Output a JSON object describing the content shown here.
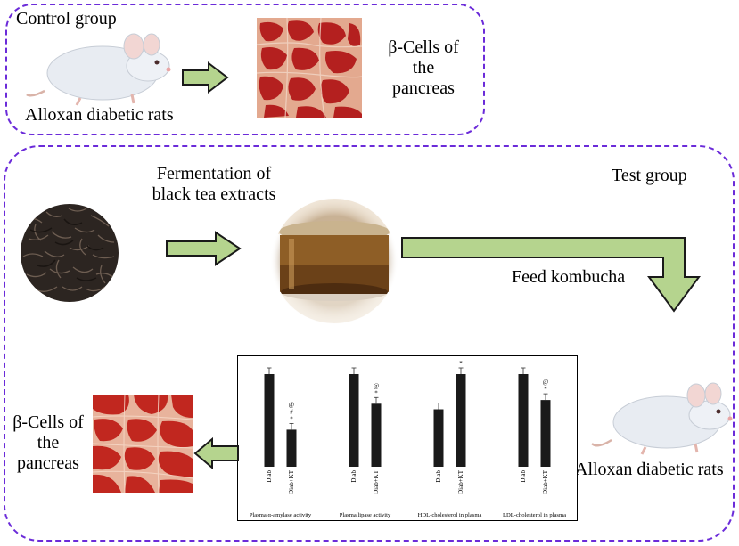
{
  "control": {
    "title": "Control group",
    "rat_label": "Alloxan diabetic rats",
    "beta_label_lines": [
      "β-Cells of",
      "the",
      "pancreas"
    ]
  },
  "test": {
    "title": "Test group",
    "fermentation_lines": [
      "Fermentation of",
      "black tea extracts"
    ],
    "feed_label": "Feed kombucha",
    "rat_label": "Alloxan diabetic rats",
    "beta_label_lines": [
      "β-Cells of",
      "the",
      "pancreas"
    ]
  },
  "colors": {
    "dash_border": "#6b2bd9",
    "arrow_fill": "#b5d48e",
    "arrow_stroke": "#1a1a1a",
    "bar": "#1a1a1a",
    "tissue": "#c0392b"
  },
  "chart_data": [
    {
      "type": "bar",
      "title": "Plasma α-amylase activity",
      "categories": [
        "Diab",
        "Diab+KT"
      ],
      "values": [
        100,
        40
      ],
      "annotations": [
        "",
        "@ # *"
      ]
    },
    {
      "type": "bar",
      "title": "Plasma lipase activity",
      "categories": [
        "Diab",
        "Diab+KT"
      ],
      "values": [
        100,
        68
      ],
      "annotations": [
        "",
        "@ *"
      ]
    },
    {
      "type": "bar",
      "title": "HDL-cholesterol in plasma",
      "categories": [
        "Diab",
        "Diab+KT"
      ],
      "values": [
        62,
        100
      ],
      "annotations": [
        "",
        "*"
      ]
    },
    {
      "type": "bar",
      "title": "LDL-cholesterol in plasma",
      "categories": [
        "Diab",
        "Diab+KT"
      ],
      "values": [
        100,
        72
      ],
      "annotations": [
        "",
        "@ *"
      ]
    }
  ]
}
